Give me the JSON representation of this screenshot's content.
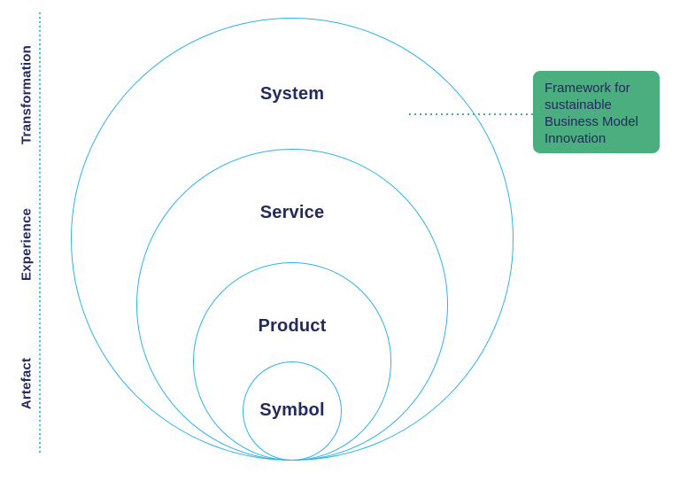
{
  "colors": {
    "circle-stroke": "#2eb3ea",
    "rail-blue": "#3ec0f0",
    "navy": "#232a5e",
    "green": "#4bae7e"
  },
  "left_rail": {
    "labels": [
      {
        "id": "transformation",
        "label": "Transformation"
      },
      {
        "id": "experience",
        "label": "Experience"
      },
      {
        "id": "artefact",
        "label": "Artefact"
      }
    ]
  },
  "diagram": {
    "circles": [
      {
        "id": "system",
        "label": "System"
      },
      {
        "id": "service",
        "label": "Service"
      },
      {
        "id": "product",
        "label": "Product"
      },
      {
        "id": "symbol",
        "label": "Symbol"
      }
    ]
  },
  "annotation": {
    "label": "Framework for sustainable Business Model Innovation"
  }
}
